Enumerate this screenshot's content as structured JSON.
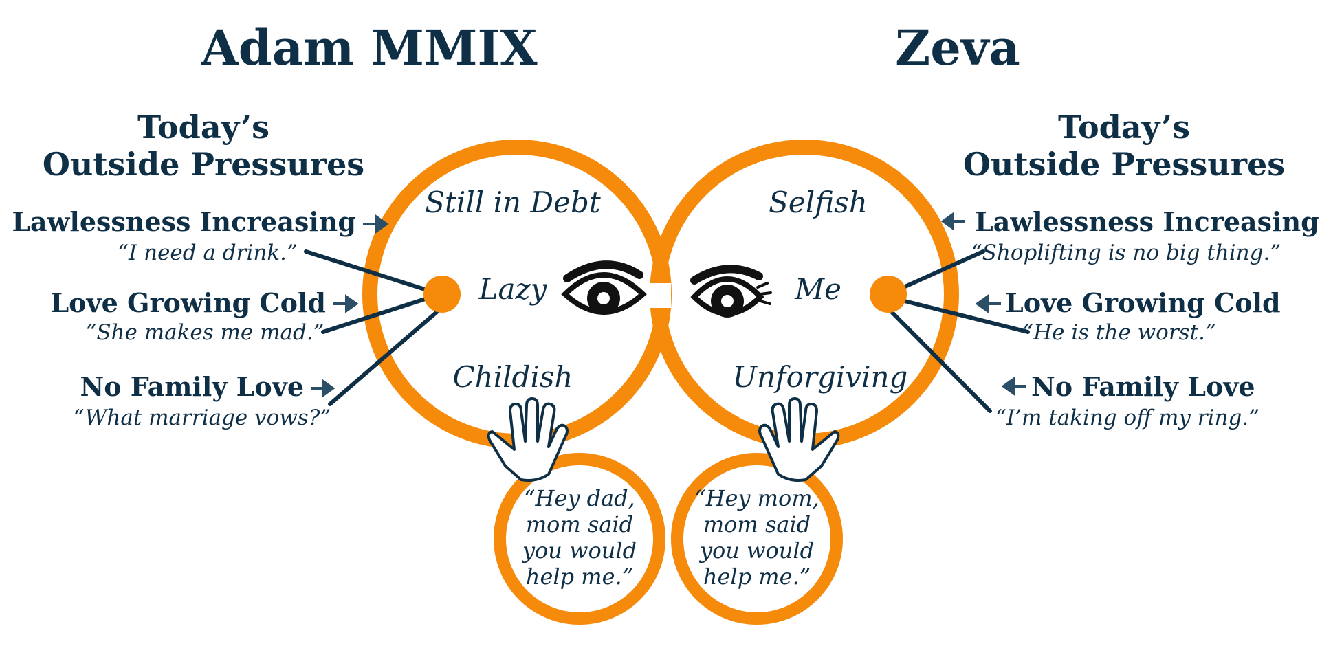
{
  "colors": {
    "accent": "#f58a0b",
    "text": "#0f2f47"
  },
  "left": {
    "name": "Adam MMIX",
    "subtitle_line1": "Today’s",
    "subtitle_line2": "Outside Pressures",
    "pressures": [
      {
        "label": "Lawlessness Increasing",
        "quote": "“I need a drink.”"
      },
      {
        "label": "Love Growing Cold",
        "quote": "“She makes me mad.”"
      },
      {
        "label": "No Family Love",
        "quote": "“What marriage vows?”"
      }
    ],
    "traits": [
      "Still in Debt",
      "Lazy",
      "Childish"
    ],
    "child_quote": [
      "“Hey dad,",
      "mom said",
      "you would",
      "help me.”"
    ]
  },
  "right": {
    "name": "Zeva",
    "subtitle_line1": "Today’s",
    "subtitle_line2": "Outside Pressures",
    "pressures": [
      {
        "label": "Lawlessness Increasing",
        "quote": "“Shoplifting is no big thing.”"
      },
      {
        "label": "Love Growing Cold",
        "quote": "“He is the worst.”"
      },
      {
        "label": "No Family Love",
        "quote": "“I’m taking off my ring.”"
      }
    ],
    "traits": [
      "Selfish",
      "Me",
      "Unforgiving"
    ],
    "child_quote": [
      "“Hey mom,",
      "mom said",
      "you would",
      "help me.”"
    ]
  },
  "icons": [
    "eye-icon",
    "eye-with-lashes-icon",
    "hand-icon",
    "arrow-icon"
  ]
}
